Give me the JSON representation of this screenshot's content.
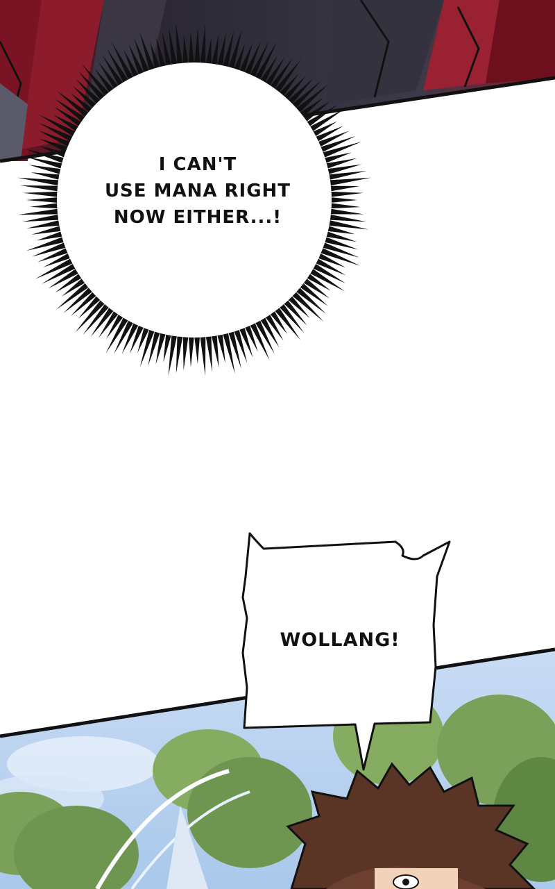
{
  "panels": {
    "top": {
      "description_colors": {
        "cloak_red": "#7a1424",
        "armor_gray": "#3b3a48"
      }
    },
    "bottom": {
      "description_colors": {
        "sky": "#bcd6f2",
        "trees": "#7aa05a",
        "hair": "#5a3424"
      }
    }
  },
  "thought_bubble": {
    "lines": [
      "I CAN'T",
      "USE MANA RIGHT",
      "NOW EITHER...!"
    ]
  },
  "speech_bubble": {
    "text": "WOLLANG!"
  },
  "colors": {
    "ink": "#111111",
    "paper": "#ffffff"
  }
}
